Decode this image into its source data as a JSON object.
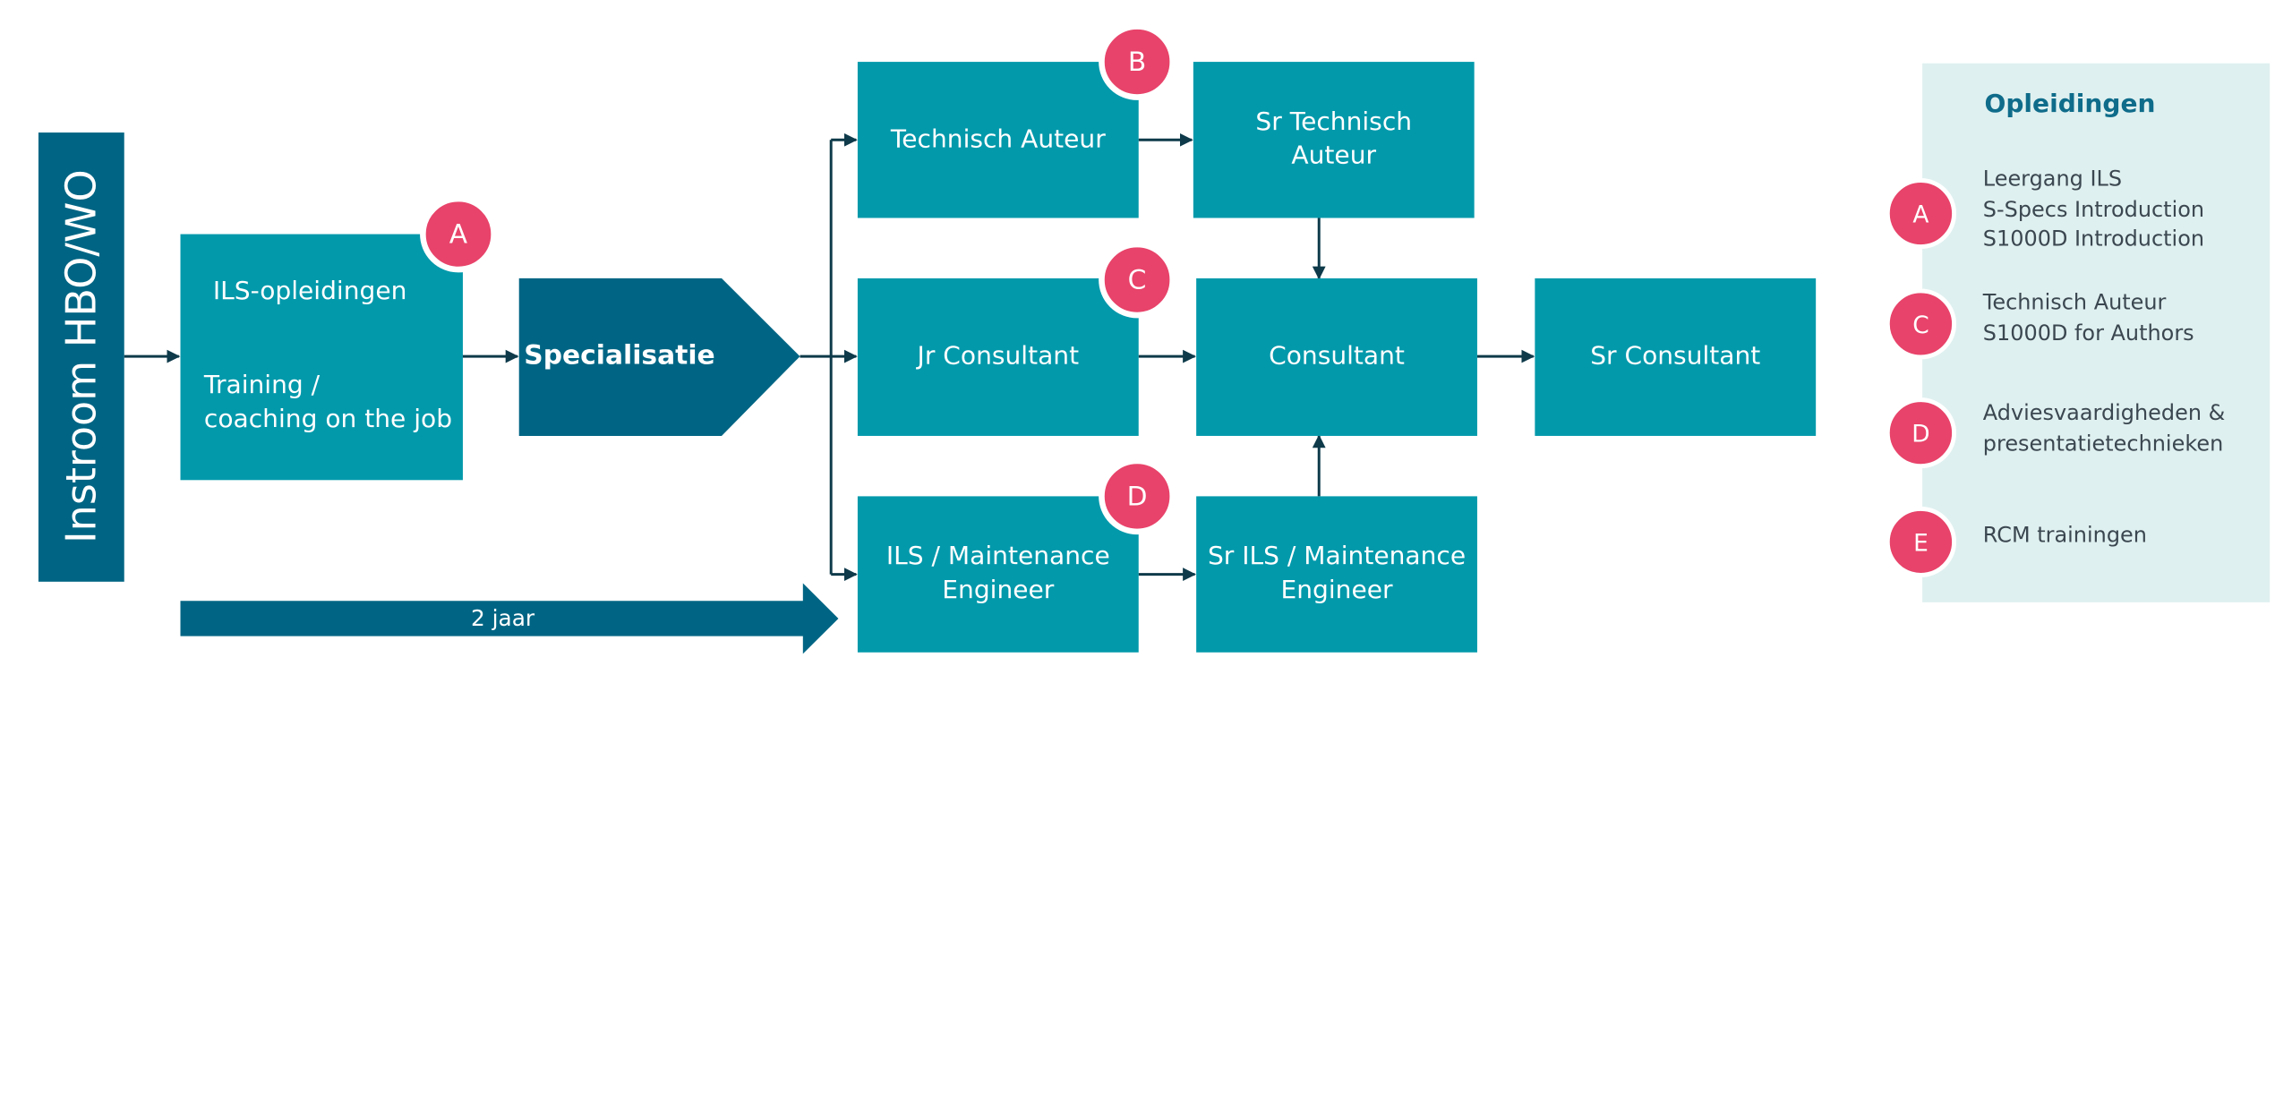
{
  "entry": {
    "label": "Instroom HBO/WO"
  },
  "training": {
    "line1": "ILS-opleidingen",
    "line2": "Training /",
    "line3": "coaching on the job"
  },
  "specialisation": {
    "label": "Specialisatie"
  },
  "duration": {
    "label": "2 jaar"
  },
  "roles": {
    "technisch_auteur": {
      "label": "Technisch Auteur"
    },
    "sr_technisch_auteur": {
      "line1": "Sr Technisch",
      "line2": "Auteur"
    },
    "jr_consultant": {
      "label": "Jr Consultant"
    },
    "consultant": {
      "label": "Consultant"
    },
    "sr_consultant": {
      "label": "Sr Consultant"
    },
    "ils_engineer": {
      "line1": "ILS / Maintenance",
      "line2": "Engineer"
    },
    "sr_ils_engineer": {
      "line1": "Sr ILS / Maintenance",
      "line2": "Engineer"
    }
  },
  "badges": {
    "a": "A",
    "b": "B",
    "c": "C",
    "d": "D"
  },
  "legend": {
    "title": "Opleidingen",
    "items": [
      {
        "badge": "A",
        "lines": [
          "Leergang ILS",
          "S-Specs Introduction",
          "S1000D Introduction"
        ]
      },
      {
        "badge": "C",
        "lines": [
          "Technisch Auteur",
          "S1000D for Authors"
        ]
      },
      {
        "badge": "D",
        "lines": [
          "Adviesvaardigheden &",
          "presentatietechnieken"
        ]
      },
      {
        "badge": "E",
        "lines": [
          "RCM trainingen"
        ]
      }
    ]
  },
  "colors": {
    "teal": "#0299ab",
    "dark_teal": "#006584",
    "badge_pink": "#e8436a",
    "legend_bg": "#dff0f0",
    "connector": "#0e3a4a"
  }
}
